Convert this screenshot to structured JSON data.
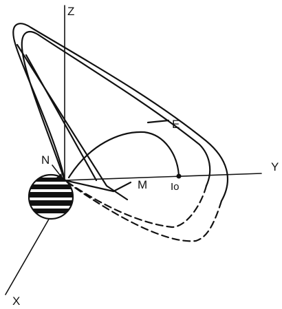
{
  "labels": {
    "z_axis": "Z",
    "y_axis": "Y",
    "x_axis": "X",
    "north_pole": "N",
    "point_e": "E",
    "point_m": "M",
    "io": "Io"
  },
  "colors": {
    "ink": "#111111",
    "background": "#ffffff"
  }
}
